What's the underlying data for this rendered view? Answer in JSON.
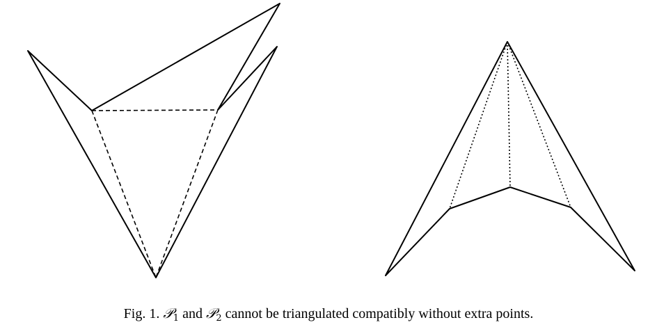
{
  "figure": {
    "caption": {
      "prefix": "Fig. 1.",
      "p_symbol": "𝒫",
      "sub1": "1",
      "and_text": "and",
      "sub2": "2",
      "rest": "cannot be triangulated compatibly without extra points."
    }
  }
}
